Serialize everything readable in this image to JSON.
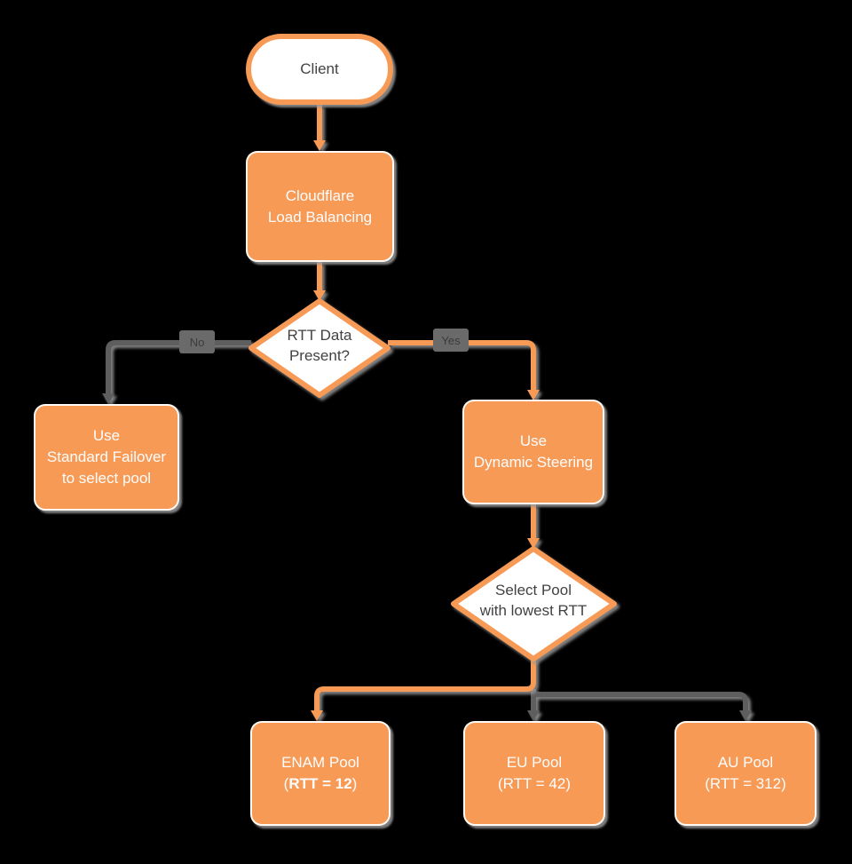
{
  "diagram": {
    "colors": {
      "orange": "#F79A56",
      "gray_line": "#5E5E5E",
      "shadow_gray": "#9B9B9B",
      "shape_white": "#FFFFFF",
      "text_dark": "#424242",
      "text_light": "#FDFDFD",
      "edge_label_bg": "#6A6A6A",
      "edge_label_text": "#3B3B3B",
      "background": "#000000"
    },
    "nodes": {
      "client": {
        "label": "Client"
      },
      "cloudflare_lb": {
        "line1": "Cloudflare",
        "line2": "Load Balancing"
      },
      "rtt_decision": {
        "line1": "RTT Data",
        "line2": "Present?"
      },
      "standard_failover": {
        "line1": "Use",
        "line2": "Standard Failover",
        "line3": "to select pool"
      },
      "dynamic_steering": {
        "line1": "Use",
        "line2": "Dynamic Steering"
      },
      "select_pool": {
        "line1": "Select Pool",
        "line2": "with lowest RTT"
      },
      "enam_pool": {
        "line1": "ENAM Pool",
        "line2_open": "(",
        "line2_bold": "RTT = 12",
        "line2_close": ")"
      },
      "eu_pool": {
        "line1": "EU Pool",
        "line2": "(RTT = 42)"
      },
      "au_pool": {
        "line1": "AU Pool",
        "line2": "(RTT = 312)"
      }
    },
    "edge_labels": {
      "no": "No",
      "yes": "Yes"
    }
  }
}
